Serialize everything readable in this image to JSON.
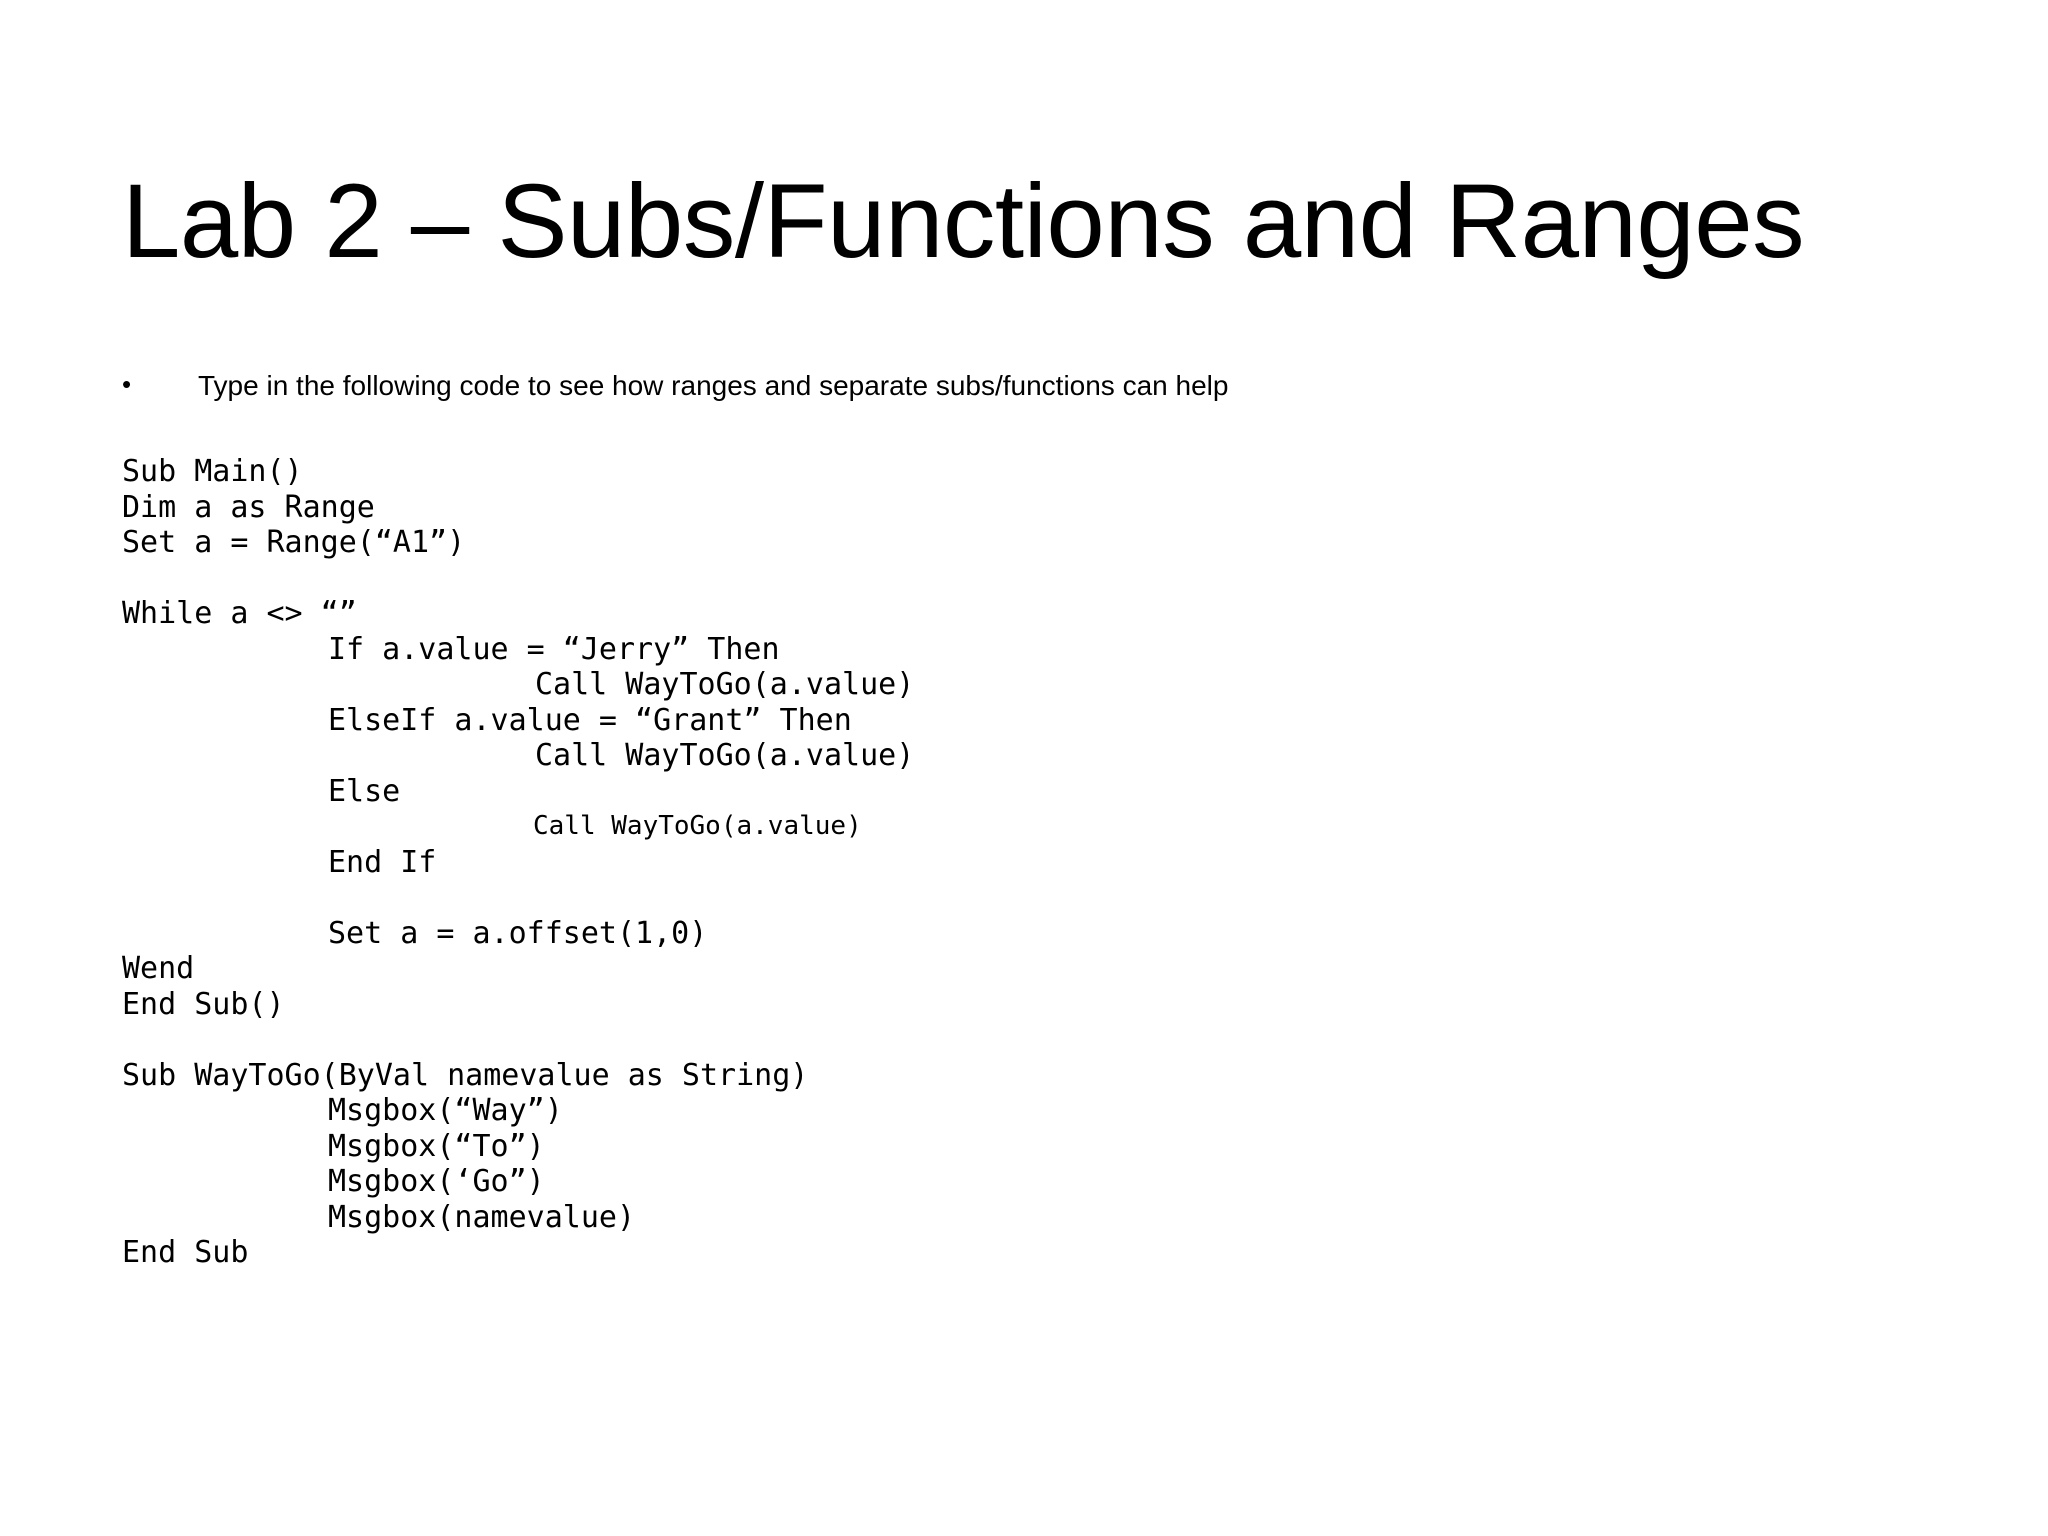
{
  "slide": {
    "title": "Lab 2 – Subs/Functions and Ranges",
    "background_color": "#ffffff",
    "text_color": "#000000"
  },
  "bullet": {
    "marker": "•",
    "text": "Type in the following code to see how ranges and separate subs/functions can help"
  },
  "code": {
    "lines": [
      {
        "indent": 0,
        "text": "Sub Main()"
      },
      {
        "indent": 0,
        "text": "Dim a as Range"
      },
      {
        "indent": 0,
        "text": "Set a = Range(“A1”)"
      },
      {
        "indent": 0,
        "text": ""
      },
      {
        "indent": 0,
        "text": "While a <> “”"
      },
      {
        "indent": 1,
        "text": "If a.value = “Jerry” Then"
      },
      {
        "indent": 2,
        "text": "Call WayToGo(a.value)"
      },
      {
        "indent": 1,
        "text": "ElseIf a.value = “Grant” Then"
      },
      {
        "indent": 2,
        "text": "Call WayToGo(a.value)"
      },
      {
        "indent": 1,
        "text": "Else"
      },
      {
        "indent": 2,
        "text": "Call WayToGo(a.value)",
        "small": true
      },
      {
        "indent": 1,
        "text": "End If"
      },
      {
        "indent": 0,
        "text": ""
      },
      {
        "indent": 1,
        "text": "Set a = a.offset(1,0)"
      },
      {
        "indent": 0,
        "text": "Wend"
      },
      {
        "indent": 0,
        "text": "End Sub()"
      },
      {
        "indent": 0,
        "text": ""
      },
      {
        "indent": 0,
        "text": "Sub WayToGo(ByVal namevalue as String)"
      },
      {
        "indent": 1,
        "text": "Msgbox(“Way”)"
      },
      {
        "indent": 1,
        "text": "Msgbox(“To”)"
      },
      {
        "indent": 1,
        "text": "Msgbox(‘Go”)"
      },
      {
        "indent": 1,
        "text": "Msgbox(namevalue)"
      },
      {
        "indent": 0,
        "text": "End Sub"
      }
    ]
  }
}
